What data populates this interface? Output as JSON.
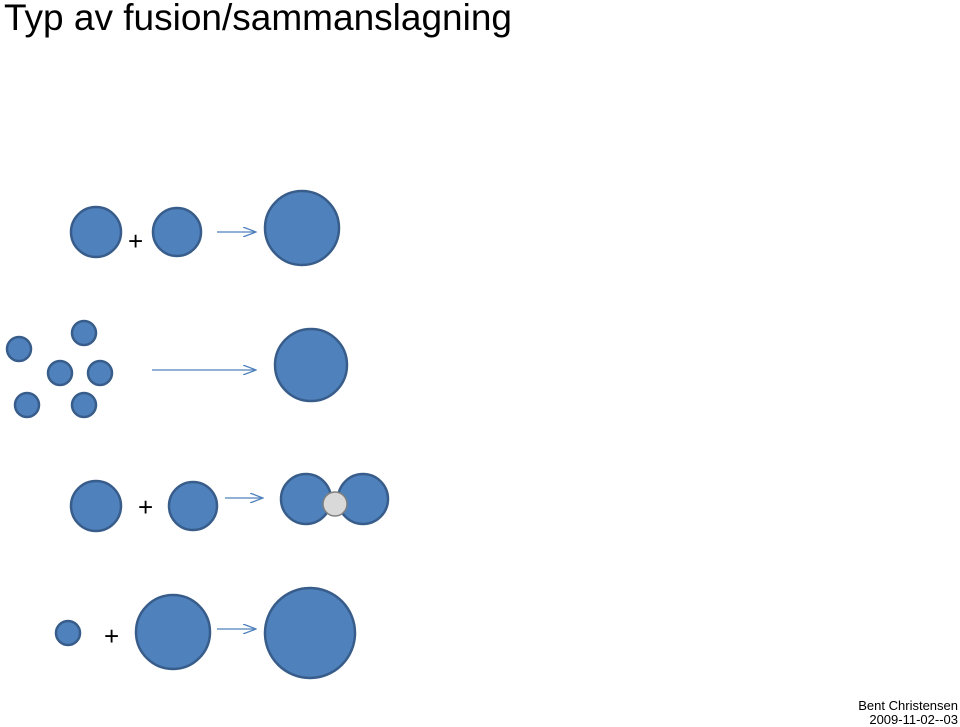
{
  "title": "Typ av fusion/sammanslagning",
  "colors": {
    "circle_fill": "#4f81bd",
    "circle_stroke": "#385d8a",
    "contact_fill": "#d9d9d9",
    "contact_stroke": "#7f7f7f",
    "arrow": "#4f81bd"
  },
  "rows": [
    {
      "plus": "+"
    },
    {
      "plus": ""
    },
    {
      "plus": "+"
    },
    {
      "plus": "+"
    }
  ],
  "footer": {
    "author": "Bent Christensen",
    "ref": "2009-11-02--03"
  }
}
